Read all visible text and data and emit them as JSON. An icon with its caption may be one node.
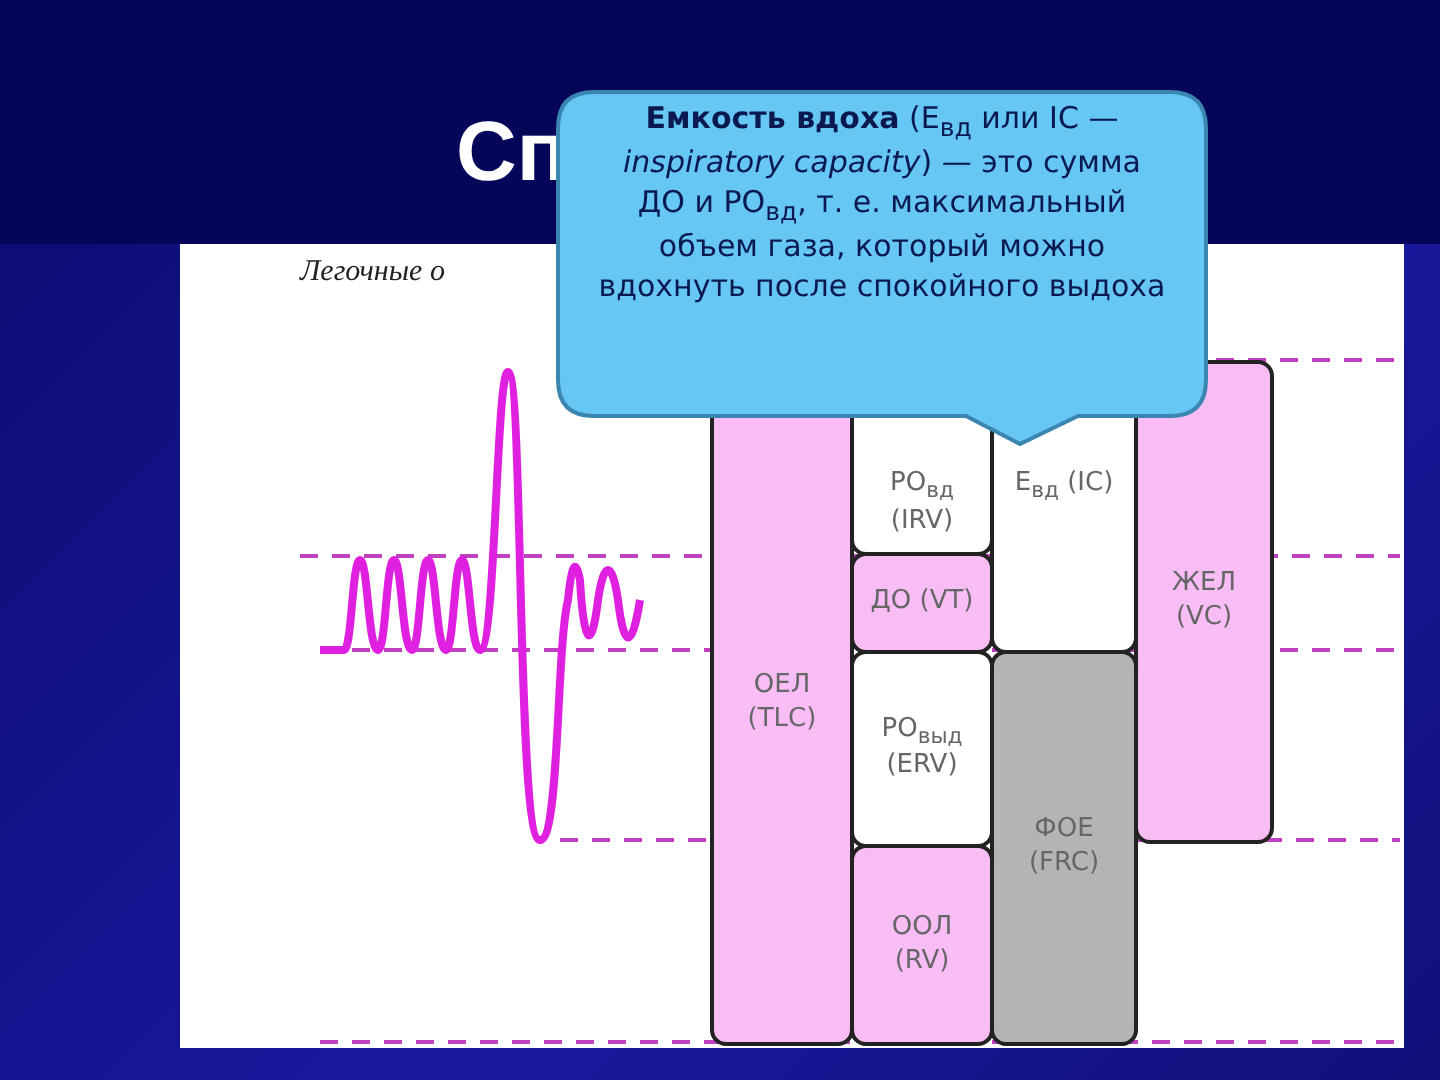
{
  "diagram": {
    "title": "Сп",
    "nodes": [
      {
        "text": [
          "**Емкость вдоха** (Е$_{вд}$ или IC — *inspiratory capacity*) — это сумма ДО и РО$_{вд}$, т. е. максимальный объем газа, который можно вдохнуть после спокойного выдоха"
        ]
      },
      {
        "text": [
          "ОЕЛ (TLC)"
        ]
      },
      {
        "text": [
          "РО$_{вд}$ (IRV)"
        ]
      },
      {
        "text": [
          "Е$_{вд}$ (IC)"
        ]
      },
      {
        "text": [
          "ЖЕЛ (VC)"
        ]
      },
      {
        "text": [
          "ДО (VT)"
        ]
      },
      {
        "text": [
          "РО$_{выд}$ (ERV)"
        ]
      },
      {
        "text": [
          "ФОЕ (FRC)"
        ]
      },
      {
        "text": [
          "ООЛ (RV)"
        ]
      }
    ],
    "labels": [
      "Легочные о"
    ]
  }
}
